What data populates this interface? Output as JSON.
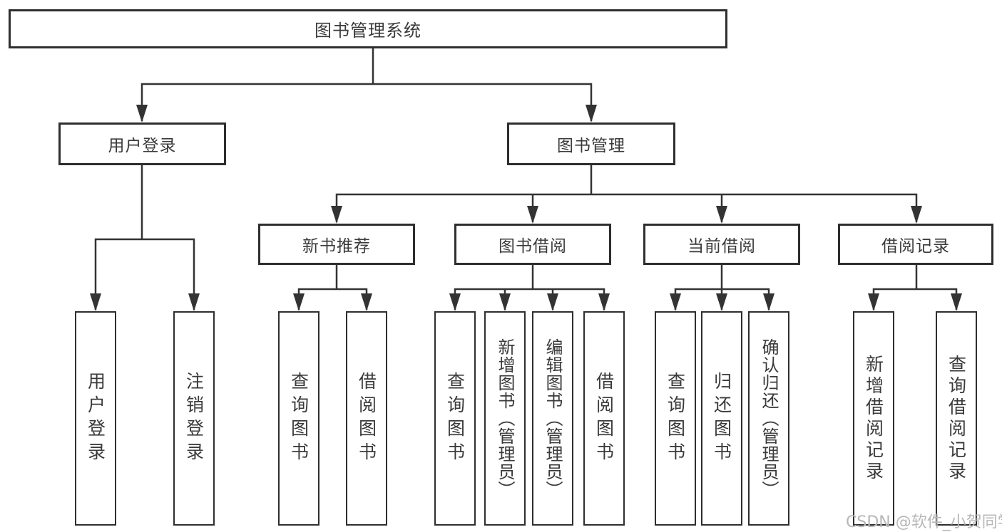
{
  "watermark": {
    "text": "CSDN @软件_小贺同学"
  },
  "colors": {
    "line": "#333333",
    "box_border": "#2e2e2e",
    "text": "#3a3a3a",
    "watermark": "#b7b7b7",
    "background": "#ffffff"
  },
  "tree": {
    "root": {
      "label": "图书管理系统"
    },
    "branches": [
      {
        "label": "用户登录",
        "children": [
          {
            "label": "用户登录"
          },
          {
            "label": "注销登录"
          }
        ]
      },
      {
        "label": "图书管理",
        "children": [
          {
            "label": "新书推荐",
            "children": [
              {
                "label": "查询图书"
              },
              {
                "label": "借阅图书"
              }
            ]
          },
          {
            "label": "图书借阅",
            "children": [
              {
                "label": "查询图书"
              },
              {
                "label": "新增图书（管理员）"
              },
              {
                "label": "编辑图书（管理员）"
              },
              {
                "label": "借阅图书"
              }
            ]
          },
          {
            "label": "当前借阅",
            "children": [
              {
                "label": "查询图书"
              },
              {
                "label": "归还图书"
              },
              {
                "label": "确认归还（管理员）"
              }
            ]
          },
          {
            "label": "借阅记录",
            "children": [
              {
                "label": "新增借阅记录"
              },
              {
                "label": "查询借阅记录"
              }
            ]
          }
        ]
      }
    ]
  }
}
